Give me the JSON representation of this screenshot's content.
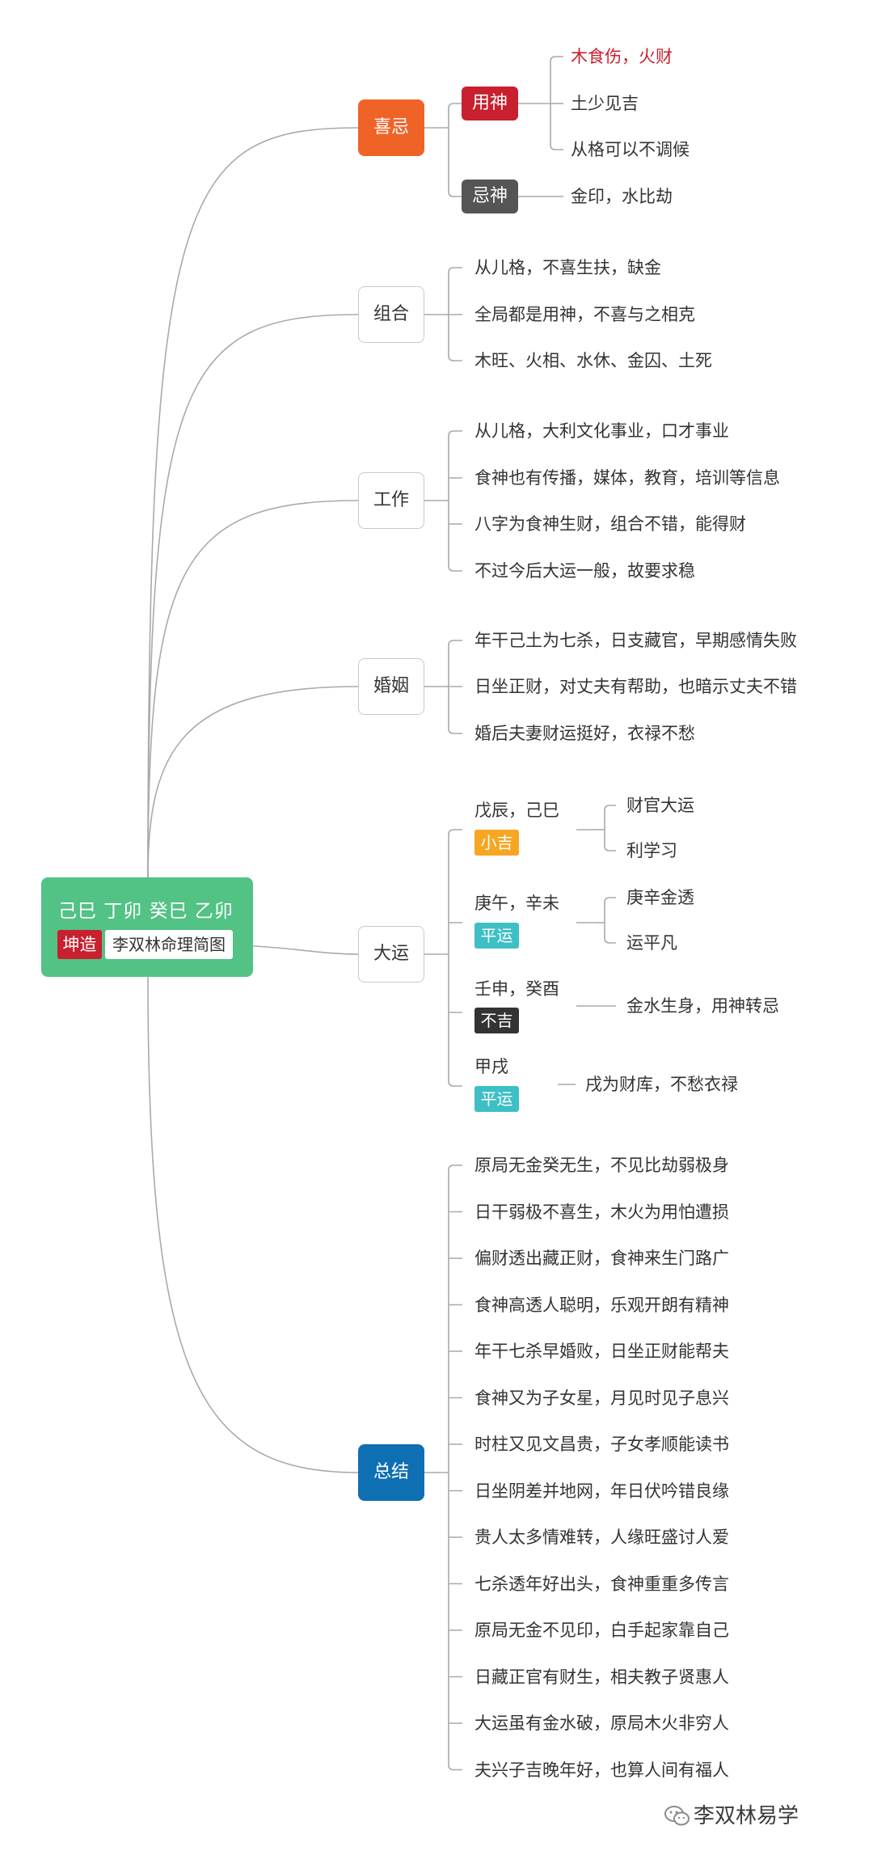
{
  "colors": {
    "root": "#52c285",
    "red": "#c8202e",
    "orange_topic": "#f06327",
    "blue_topic": "#0f6fb3",
    "gray_dark": "#555555",
    "yellow_badge": "#f6a623",
    "teal_badge": "#3dbfc5",
    "black_badge": "#333333",
    "highlight_text": "#c8202e",
    "line": "#aaaaaa"
  },
  "root": {
    "title": "己巳 丁卯 癸巳 乙卯",
    "tag": "坤造",
    "subtitle": "李双林命理简图"
  },
  "topics": {
    "xiji": {
      "label": "喜忌",
      "yongshen": {
        "label": "用神",
        "items": [
          "木食伤，火财",
          "土少见吉",
          "从格可以不调候"
        ]
      },
      "jishen": {
        "label": "忌神",
        "items": [
          "金印，水比劫"
        ]
      }
    },
    "zuhe": {
      "label": "组合",
      "items": [
        "从儿格，不喜生扶，缺金",
        "全局都是用神，不喜与之相克",
        "木旺、火相、水休、金囚、土死"
      ]
    },
    "gongzuo": {
      "label": "工作",
      "items": [
        "从儿格，大利文化事业，口才事业",
        "食神也有传播，媒体，教育，培训等信息",
        "八字为食神生财，组合不错，能得财",
        "不过今后大运一般，故要求稳"
      ]
    },
    "hunyin": {
      "label": "婚姻",
      "items": [
        "年干己土为七杀，日支藏官，早期感情失败",
        "日坐正财，对丈夫有帮助，也暗示丈夫不错",
        "婚后夫妻财运挺好，衣禄不愁"
      ]
    },
    "dayun": {
      "label": "大运",
      "periods": [
        {
          "label": "戊辰，己巳",
          "badge": "小吉",
          "notes": [
            "财官大运",
            "利学习"
          ]
        },
        {
          "label": "庚午，辛未",
          "badge": "平运",
          "notes": [
            "庚辛金透",
            "运平凡"
          ]
        },
        {
          "label": "壬申，癸酉",
          "badge": "不吉",
          "notes": [
            "金水生身，用神转忌"
          ]
        },
        {
          "label": "甲戌",
          "badge": "平运",
          "notes": [
            "戌为财库，不愁衣禄"
          ]
        }
      ]
    },
    "zongjie": {
      "label": "总结",
      "items": [
        "原局无金癸无生，不见比劫弱极身",
        "日干弱极不喜生，木火为用怕遭损",
        "偏财透出藏正财，食神来生门路广",
        "食神高透人聪明，乐观开朗有精神",
        "年干七杀早婚败，日坐正财能帮夫",
        "食神又为子女星，月见时见子息兴",
        "时柱又见文昌贵，子女孝顺能读书",
        "日坐阴差并地网，年日伏吟错良缘",
        "贵人太多情难转，人缘旺盛讨人爱",
        "七杀透年好出头，食神重重多传言",
        "原局无金不见印，白手起家靠自己",
        "日藏正官有财生，相夫教子贤惠人",
        "大运虽有金水破，原局木火非穷人",
        "夫兴子吉晚年好，也算人间有福人"
      ]
    }
  },
  "watermark": {
    "icon": "wechat-icon",
    "text": "李双林易学"
  }
}
